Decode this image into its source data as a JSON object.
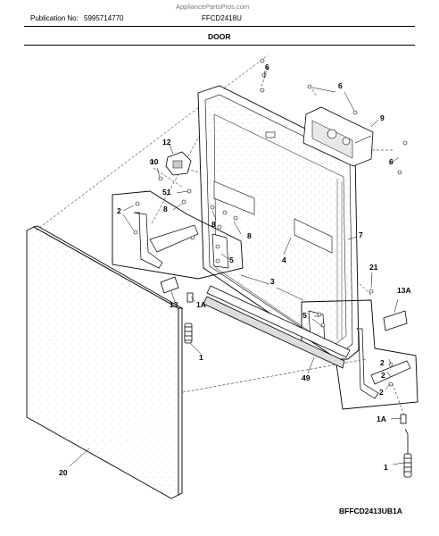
{
  "watermark": "AppliancePartsPros.com",
  "header": {
    "publication_label": "Publication No:",
    "publication_number": "5995714770",
    "model": "FFCD2418U",
    "section_title": "DOOR"
  },
  "diagram_code": "BFFCD2413UB1A",
  "callouts": [
    "6",
    "6",
    "9",
    "6",
    "12",
    "10",
    "51",
    "2",
    "8",
    "8",
    "8",
    "7",
    "4",
    "5",
    "21",
    "3",
    "13",
    "1A",
    "13A",
    "5",
    "1",
    "2",
    "2",
    "49",
    "2",
    "1A",
    "20",
    "1"
  ]
}
